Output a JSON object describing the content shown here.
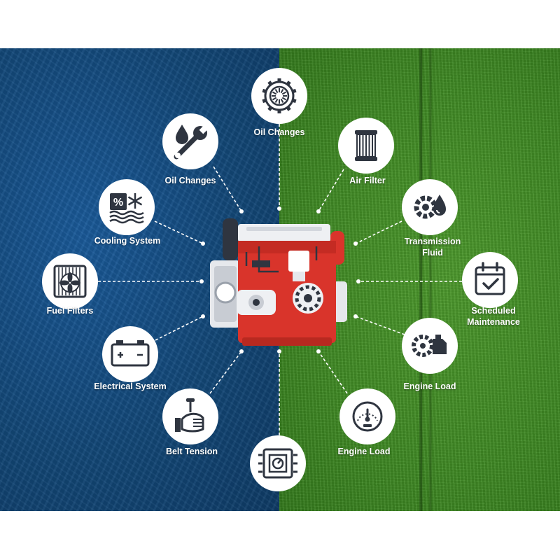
{
  "colors": {
    "water": "#134878",
    "grass": "#3f8a24",
    "icon_dark": "#2f3540",
    "engine_red": "#d9342b",
    "circle": "#ffffff",
    "connector": "#ffffff"
  },
  "nodes": [
    {
      "label": "Oil Changes",
      "icon": "gear-sun-icon"
    },
    {
      "label": "Oil Changes",
      "icon": "oil-drop-wrench-icon"
    },
    {
      "label": "Air Filter",
      "icon": "air-filter-icon"
    },
    {
      "label": "Cooling System",
      "icon": "coolant-snowflake-icon"
    },
    {
      "label": "Transmission\nFluid",
      "icon": "gear-drop-icon"
    },
    {
      "label": "Fuel Filters",
      "icon": "radiator-fan-icon"
    },
    {
      "label": "Scheduled\nMaintenance",
      "icon": "calendar-check-icon"
    },
    {
      "label": "Electrical System",
      "icon": "battery-icon"
    },
    {
      "label": "Engine Load",
      "icon": "engine-gear-icon"
    },
    {
      "label": "Belt Tension",
      "icon": "hand-gauge-icon"
    },
    {
      "label": "Engine Load",
      "icon": "gauge-icon"
    },
    {
      "label": "",
      "icon": "control-panel-icon"
    }
  ]
}
